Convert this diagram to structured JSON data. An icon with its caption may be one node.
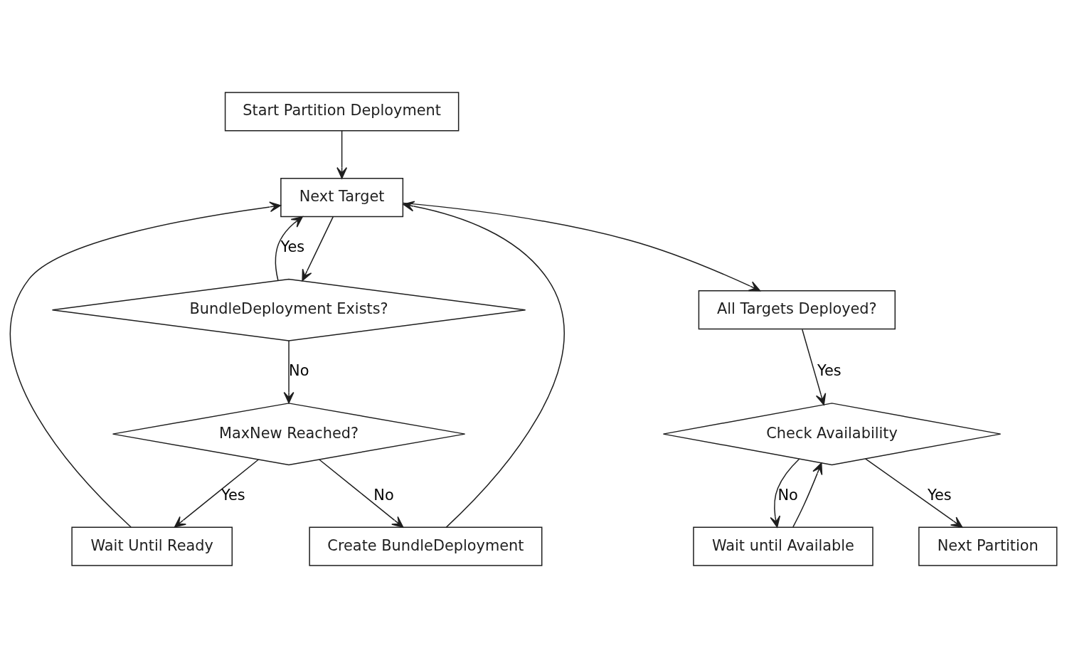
{
  "diagram": {
    "nodes": [
      {
        "text": [
          "Start Partition Deployment"
        ]
      },
      {
        "text": [
          "Next Target"
        ]
      },
      {
        "text": [
          "BundleDeployment Exists?"
        ]
      },
      {
        "text": [
          "Wait Until Ready"
        ]
      },
      {
        "text": [
          "All Targets Deployed?"
        ]
      },
      {
        "text": [
          "Create BundleDeployment"
        ]
      },
      {
        "text": [
          "MaxNew Reached?"
        ]
      },
      {
        "text": [
          "Check Availability"
        ]
      },
      {
        "text": [
          "Wait until Available"
        ]
      },
      {
        "text": [
          "Next Partition"
        ]
      }
    ],
    "edges": [
      {
        "from": 0,
        "to": 1,
        "arrow": "to"
      },
      {
        "from": 1,
        "to": 2,
        "arrow": "to"
      },
      {
        "from": 2,
        "to": 1,
        "arrow": "to",
        "label": "Yes"
      },
      {
        "from": 5,
        "to": 1,
        "arrow": "to"
      },
      {
        "from": 3,
        "to": 1,
        "arrow": "to"
      },
      {
        "from": 1,
        "to": 4,
        "arrow": "to"
      },
      {
        "from": 4,
        "to": 7,
        "arrow": "to",
        "label": "Yes"
      },
      {
        "from": 2,
        "to": 6,
        "arrow": "to",
        "label": "No"
      },
      {
        "from": 6,
        "to": 5,
        "arrow": "to",
        "label": "No"
      },
      {
        "from": 6,
        "to": 3,
        "arrow": "to",
        "label": "Yes"
      },
      {
        "from": 7,
        "to": 8,
        "arrow": "to",
        "label": "No"
      },
      {
        "from": 8,
        "to": 7,
        "arrow": "to"
      },
      {
        "from": 7,
        "to": 9,
        "arrow": "to",
        "label": "Yes"
      }
    ]
  }
}
